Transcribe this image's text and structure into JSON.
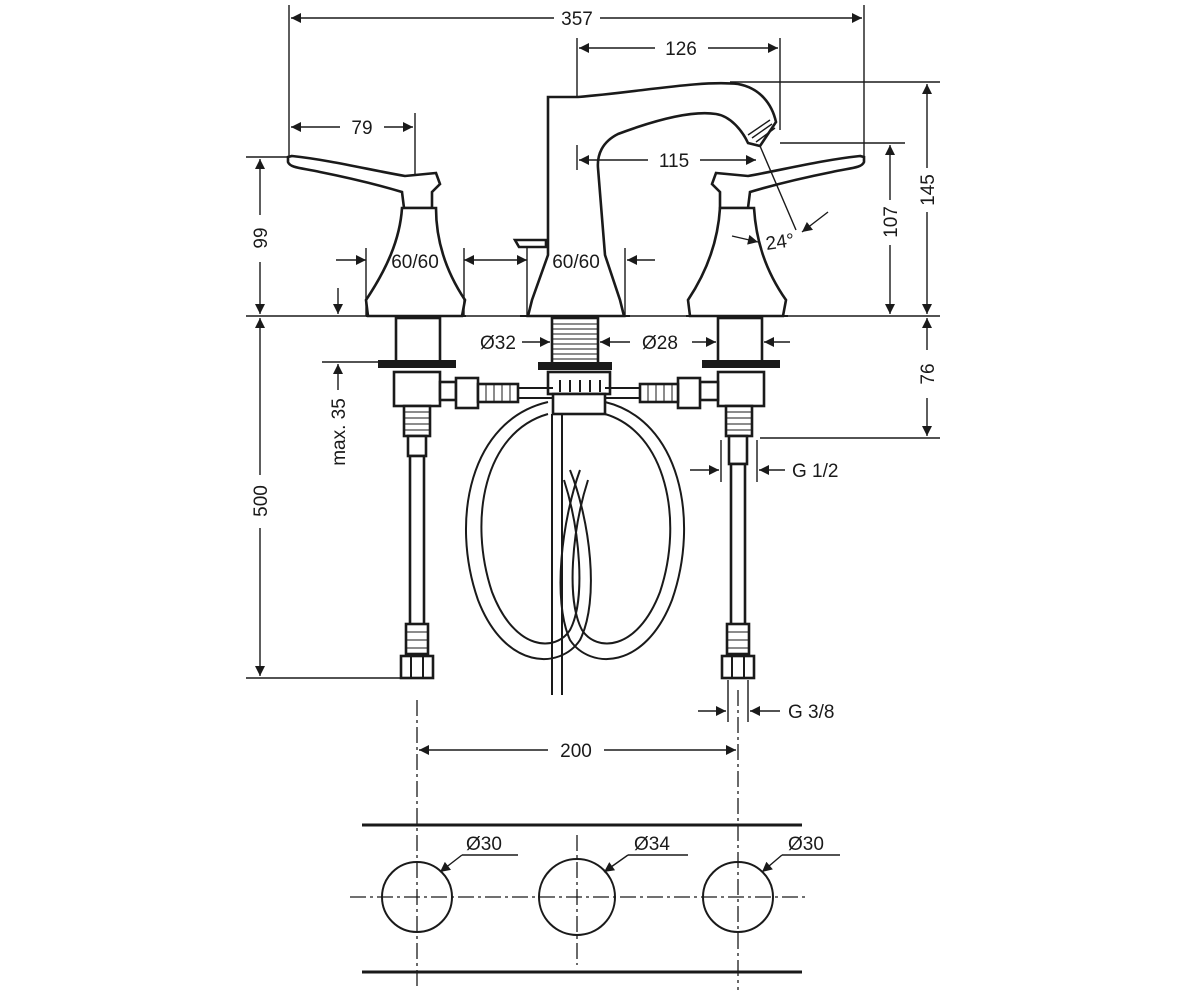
{
  "dimensions": {
    "overall_width": "357",
    "spout_reach_outer": "126",
    "spout_reach_inner": "115",
    "handle_reach": "79",
    "handle_height": "99",
    "spout_height_107": "107",
    "overall_height": "145",
    "below_deck": "76",
    "max_deck": "max. 35",
    "hose_length": "500",
    "spread": "200",
    "angle": "24°",
    "rosette_left": "60/60",
    "rosette_center": "60/60",
    "dia_32": "Ø32",
    "dia_28": "Ø28",
    "thread_g12": "G 1/2",
    "thread_g38": "G 3/8",
    "hole_left": "Ø30",
    "hole_center": "Ø34",
    "hole_right": "Ø30"
  }
}
